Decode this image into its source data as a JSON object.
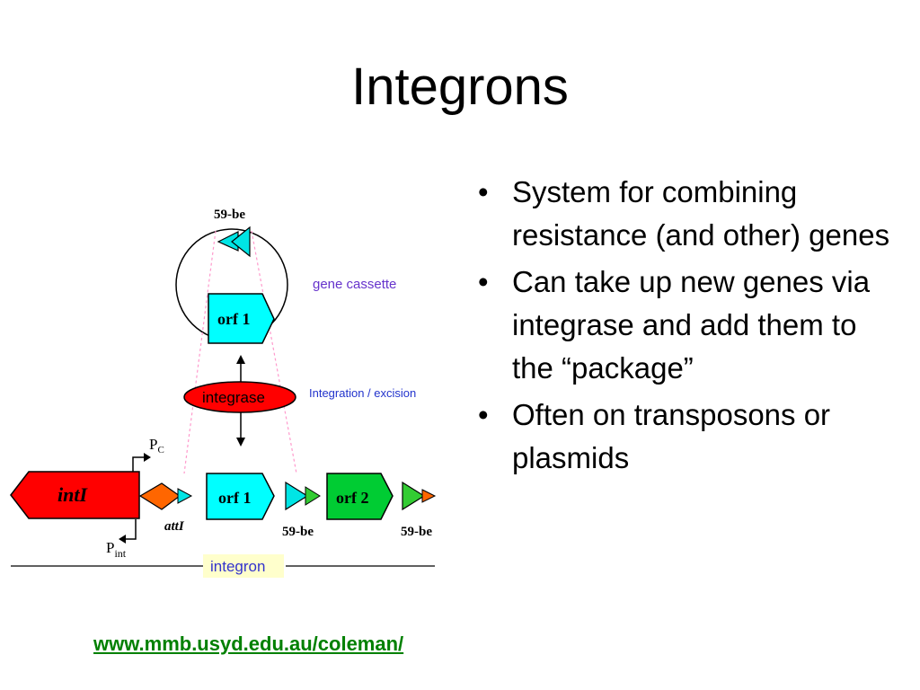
{
  "slide": {
    "title": "Integrons"
  },
  "diagram": {
    "labels": {
      "be_top": "59-be",
      "gene_cassette": "gene cassette",
      "orf1_cassette": "orf 1",
      "integrase": "integrase",
      "integration_excision": "Integration / excision",
      "pc_main": "P",
      "pc_sub": "C",
      "intI": "intI",
      "attI": "attI",
      "orf1": "orf 1",
      "be_1": "59-be",
      "orf2": "orf 2",
      "be_2": "59-be",
      "pint_main": "P",
      "pint_sub": "int",
      "integron": "integron"
    },
    "colors": {
      "intI": "#ff0000",
      "integrase": "#ff0000",
      "attI": "#ff6600",
      "orf": "#00ffff",
      "orf2": "#00cc33",
      "triangle_cyan": "#00e5e5",
      "triangle_green": "#33cc33",
      "gene_cassette_text": "#6633cc",
      "integration_text": "#2233cc",
      "integron_box": "#ffffcc",
      "integron_text": "#3333cc"
    }
  },
  "bullets": [
    {
      "marker": "•",
      "text": "System for combining resistance (and other) genes"
    },
    {
      "marker": "•",
      "text": "Can take up new genes via integrase and add them to the “package”"
    },
    {
      "marker": "•",
      "text": "Often on transposons or plasmids"
    }
  ],
  "source": {
    "link_text": "www.mmb.usyd.edu.au/coleman/"
  }
}
